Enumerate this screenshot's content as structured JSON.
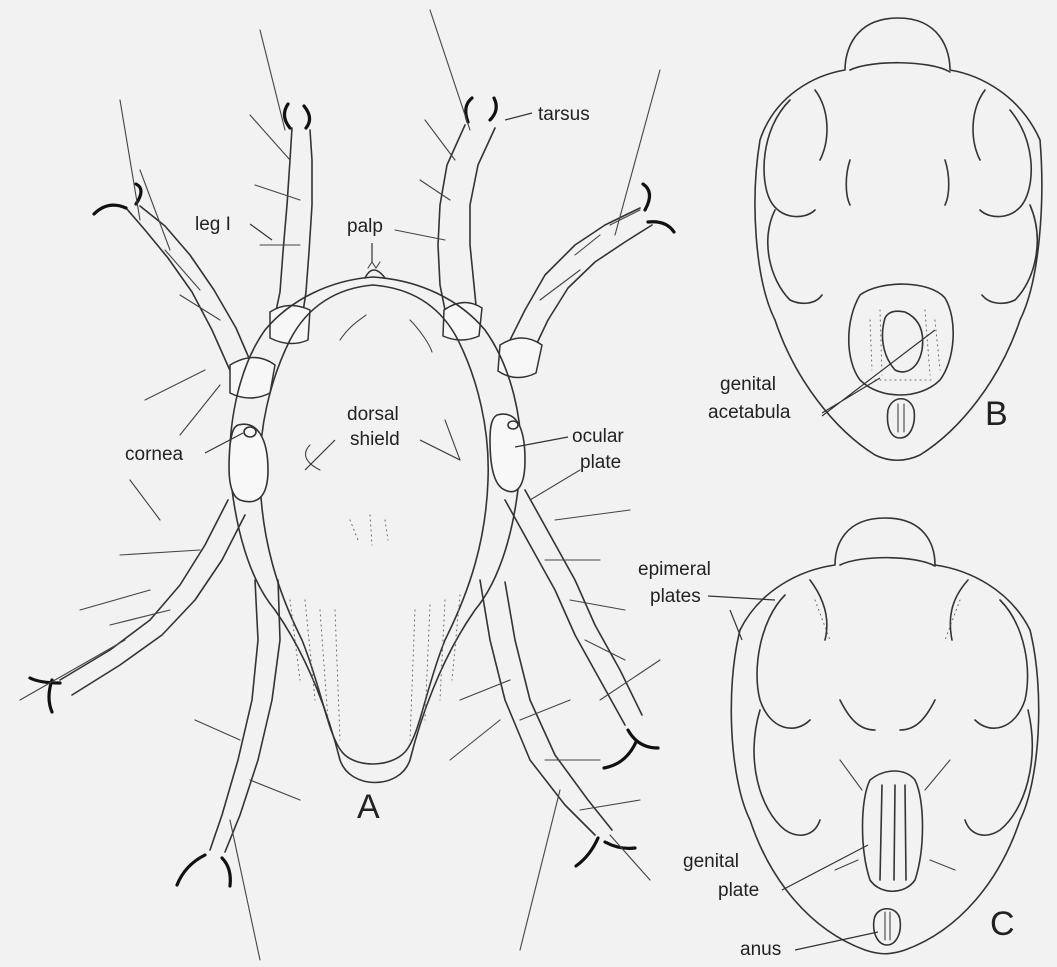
{
  "figure": {
    "panel_a": {
      "letter": "A",
      "labels": {
        "tarsus": "tarsus",
        "palp": "palp",
        "leg_i": "leg I",
        "dorsal_shield_line1": "dorsal",
        "dorsal_shield_line2": "shield",
        "cornea": "cornea",
        "ocular_plate_line1": "ocular",
        "ocular_plate_line2": "plate"
      }
    },
    "panel_b": {
      "letter": "B",
      "labels": {
        "genital_acetabula_line1": "genital",
        "genital_acetabula_line2": "acetabula"
      }
    },
    "panel_c": {
      "letter": "C",
      "labels": {
        "epimeral_plates_line1": "epimeral",
        "epimeral_plates_line2": "plates",
        "genital_plate_line1": "genital",
        "genital_plate_line2": "plate",
        "anus": "anus"
      }
    }
  }
}
